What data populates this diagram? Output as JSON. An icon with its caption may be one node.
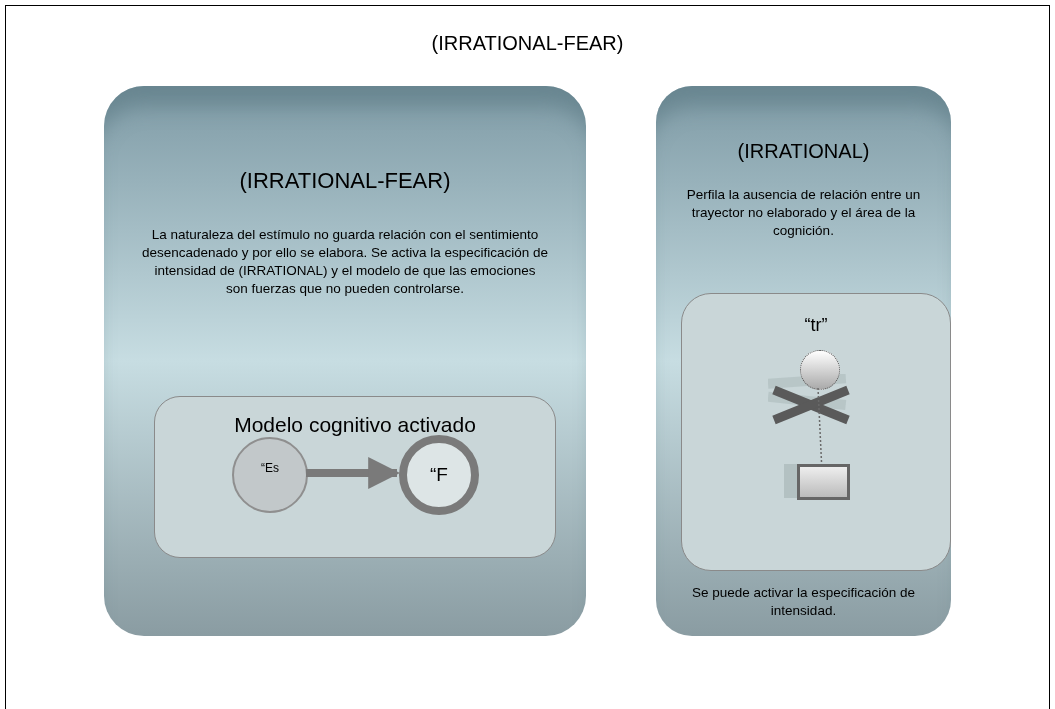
{
  "diagram": {
    "nodes": [
      {
        "text": [
          "(IRRATIONAL-FEAR)"
        ]
      },
      {
        "text": [
          "(IRRATIONAL-FEAR)",
          "La naturaleza del estímulo no guarda relación con el sentimiento desencadenado y por ello se elabora. Se activa la especificación de intensidad de (IRRATIONAL) y el modelo de que las emociones son fuerzas que no pueden controlarse."
        ],
        "in": 0
      },
      {
        "text": [
          "Modelo cognitivo activado"
        ],
        "in": 1
      },
      {
        "text": [
          "“Es"
        ],
        "in": 2
      },
      {
        "text": [
          "“F"
        ],
        "in": 2
      },
      {
        "text": [
          "(IRRATIONAL)",
          "Perfila la ausencia de relación entre un trayector no elaborado y el área de la cognición.",
          "Se puede activar la especificación de intensidad."
        ],
        "in": 0
      },
      {
        "text": [
          "“tr”"
        ],
        "in": 5
      },
      {
        "text": [],
        "shape": "circle",
        "in": 6
      },
      {
        "text": [],
        "shape": "box",
        "in": 6
      }
    ],
    "edges": [
      {
        "from": 3,
        "to": 4,
        "arrow": "to",
        "style": "thick"
      },
      {
        "from": 7,
        "to": 8,
        "arrow": "none",
        "style": "dashed"
      }
    ]
  }
}
